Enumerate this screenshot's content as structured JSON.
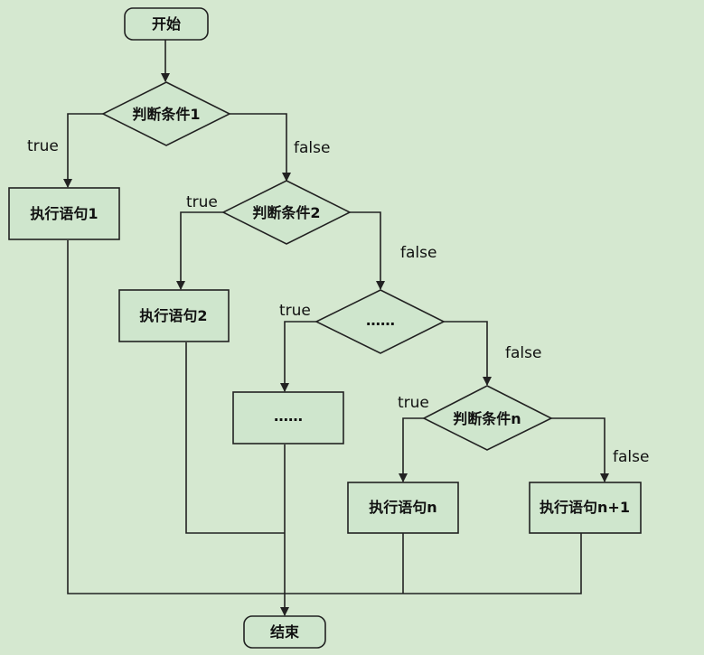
{
  "nodes": {
    "start": "开始",
    "cond1": "判断条件1",
    "stmt1": "执行语句1",
    "cond2": "判断条件2",
    "stmt2": "执行语句2",
    "cond_ellipsis": "……",
    "stmt_ellipsis": "……",
    "condn": "判断条件n",
    "stmtn": "执行语句n",
    "stmtn1": "执行语句n+1",
    "end": "结束"
  },
  "edges": {
    "c1_true": "true",
    "c1_false": "false",
    "c2_true": "true",
    "c2_false": "false",
    "ce_true": "true",
    "ce_false": "false",
    "cn_true": "true",
    "cn_false": "false"
  },
  "colors": {
    "background": "#d5e8d0",
    "shape_fill": "#cfe6cd",
    "stroke": "#222222"
  }
}
